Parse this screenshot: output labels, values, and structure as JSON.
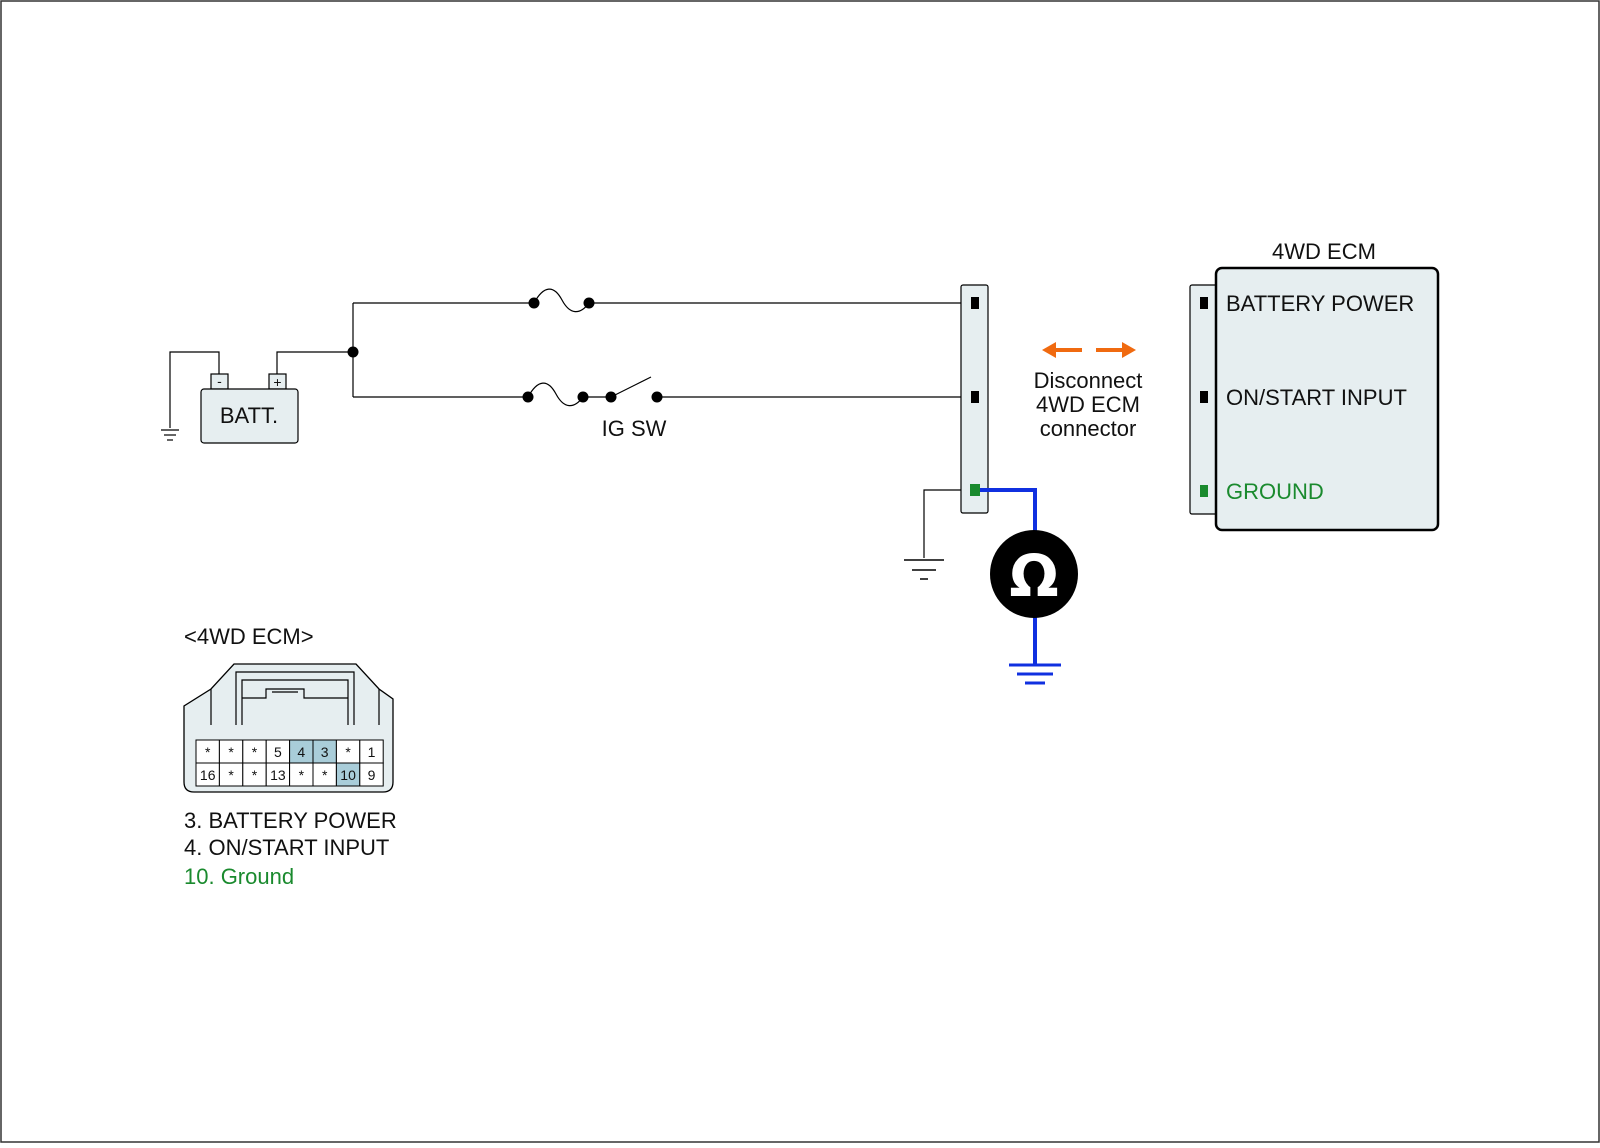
{
  "battery": {
    "label": "BATT.",
    "minus": "-",
    "plus": "+"
  },
  "switch": {
    "label": "IG SW"
  },
  "note": {
    "line1": "Disconnect",
    "line2": "4WD ECM",
    "line3": "connector"
  },
  "ecm": {
    "title": "4WD ECM",
    "pins": [
      {
        "label": "BATTERY POWER"
      },
      {
        "label": "ON/START INPUT"
      },
      {
        "label": "GROUND"
      }
    ]
  },
  "meter": {
    "symbol": "Ω"
  },
  "connector": {
    "title": "<4WD ECM>",
    "row1": [
      "*",
      "*",
      "*",
      "5",
      "4",
      "3",
      "*",
      "1"
    ],
    "row2": [
      "16",
      "*",
      "*",
      "13",
      "*",
      "*",
      "10",
      "9"
    ]
  },
  "legend": [
    "3. BATTERY POWER",
    "4. ON/START INPUT",
    "10. Ground"
  ],
  "colors": {
    "ground_text": "#1a8a2e",
    "probe_wire": "#1030e0",
    "arrow": "#f06a10",
    "highlight_cell": "#a9cdd9",
    "box_fill": "#e6eef0"
  }
}
